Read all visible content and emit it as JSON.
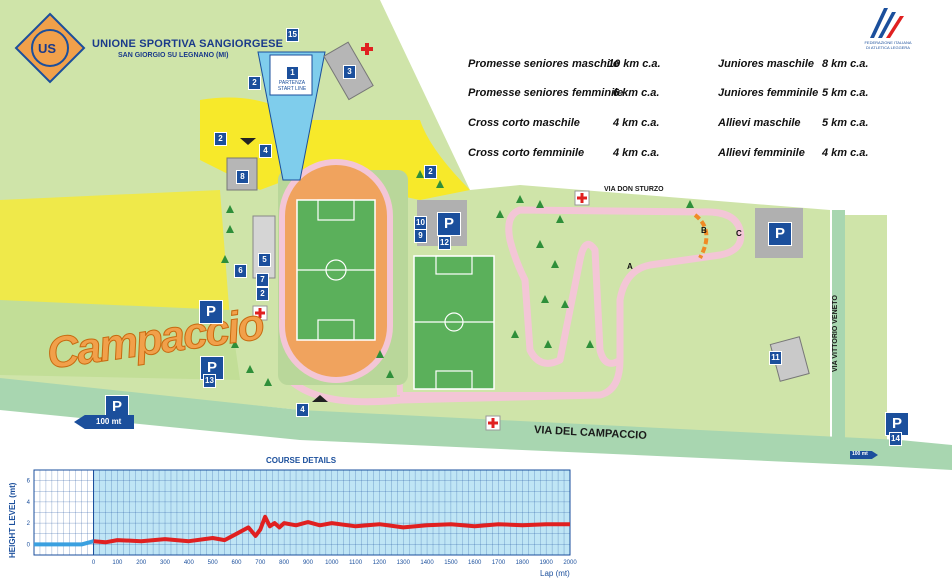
{
  "organizer": {
    "logo_letters": "US",
    "name": "UNIONE SPORTIVA SANGIORGESE",
    "location": "SAN GIORGIO SU LEGNANO (MI)"
  },
  "federation": {
    "line1": "FEDERAZIONE ITALIANA",
    "line2": "DI ATLETICA LEGGERA"
  },
  "race_distances": [
    {
      "category": "Promesse seniores maschile",
      "distance": "10 km c.a."
    },
    {
      "category": "Promesse seniores femminile",
      "distance": "6 km c.a."
    },
    {
      "category": "Cross corto maschile",
      "distance": "4 km c.a."
    },
    {
      "category": "Cross corto femminile",
      "distance": "4 km c.a."
    },
    {
      "category": "Juniores maschile",
      "distance": "8 km c.a."
    },
    {
      "category": "Juniores femminile",
      "distance": "5 km c.a."
    },
    {
      "category": "Allievi maschile",
      "distance": "5 km c.a."
    },
    {
      "category": "Allievi femminile",
      "distance": "4 km c.a."
    }
  ],
  "event_logo": "Campaccio",
  "streets": {
    "main": "VIA DEL CAMPACCIO",
    "don_sturzo": "VIA DON STURZO",
    "vittorio_veneto": "VIA VITTORIO VENETO"
  },
  "start_finish": "PARTENZA START LINE",
  "direction_signs": {
    "left": "100 mt",
    "right": "100 mt"
  },
  "parking_label": "P",
  "map_numbers": {
    "n1": "1",
    "n2a": "2",
    "n2b": "2",
    "n2c": "2",
    "n2d": "2",
    "n3": "3",
    "n4a": "4",
    "n4b": "4",
    "n5": "5",
    "n6": "6",
    "n7": "7",
    "n8": "8",
    "n9": "9",
    "n10": "10",
    "n11": "11",
    "n12": "12",
    "n13": "13",
    "n14": "14",
    "n15": "15"
  },
  "course_points": {
    "a": "A",
    "b": "B",
    "c": "C"
  },
  "colors": {
    "grass": "#cfe4a9",
    "field_green": "#5bb05b",
    "track_orange": "#f0a35e",
    "course_pink": "#f3c6d6",
    "yellow_area": "#f7e92a",
    "road": "#a8d6b0",
    "water_blue": "#7fcdec",
    "brand_blue": "#1b4f9c",
    "profile_red": "#e02020"
  },
  "chart_data": {
    "type": "line",
    "title": "COURSE DETAILS",
    "xlabel": "Lap (mt)",
    "ylabel": "HEIGHT LEVEL (mt)",
    "xlim": [
      -250,
      2000
    ],
    "ylim": [
      -1,
      7
    ],
    "xticks": [
      0,
      100,
      200,
      300,
      400,
      500,
      600,
      700,
      800,
      900,
      1000,
      1100,
      1200,
      1300,
      1400,
      1500,
      1600,
      1700,
      1800,
      1900,
      2000
    ],
    "yticks": [
      0,
      2,
      4,
      6
    ],
    "grid": true,
    "series": [
      {
        "name": "",
        "color": "#3aa0e0",
        "x": [
          -250,
          -150,
          -50,
          0
        ],
        "y": [
          0,
          0,
          0,
          0.3
        ]
      },
      {
        "name": "",
        "color": "#e02020",
        "x": [
          0,
          50,
          100,
          200,
          300,
          400,
          500,
          550,
          600,
          650,
          680,
          700,
          720,
          740,
          760,
          780,
          800,
          850,
          900,
          950,
          1000,
          1100,
          1200,
          1300,
          1400,
          1500,
          1600,
          1700,
          1800,
          1900,
          2000
        ],
        "y": [
          0.3,
          0.2,
          0.4,
          0.3,
          0.5,
          0.3,
          0.6,
          0.4,
          1.0,
          1.6,
          0.8,
          1.4,
          2.6,
          1.7,
          2.0,
          1.6,
          2.0,
          1.8,
          2.1,
          1.8,
          2.0,
          1.7,
          1.9,
          1.6,
          1.8,
          1.9,
          1.7,
          1.9,
          1.8,
          1.9,
          1.9
        ]
      }
    ]
  }
}
